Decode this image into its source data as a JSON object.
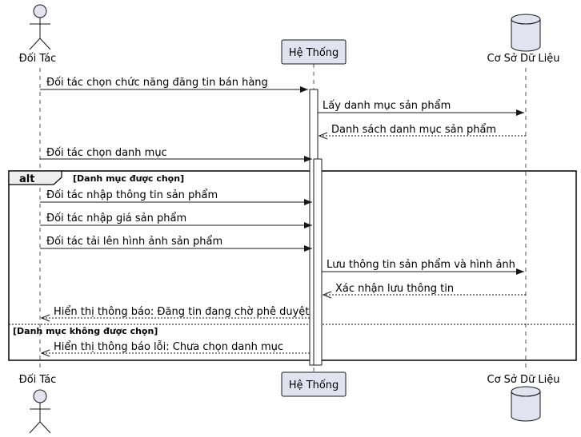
{
  "participants": {
    "partner": "Đối Tác",
    "system": "Hệ Thống",
    "database": "Cơ Sở Dữ Liệu"
  },
  "messages": [
    "Đối tác chọn chức năng đăng tin bán hàng",
    "Lấy danh mục sản phẩm",
    "Danh sách danh mục sản phẩm",
    "Đối tác chọn danh mục",
    "Đối tác nhập thông tin sản phẩm",
    "Đối tác nhập giá sản phẩm",
    "Đối tác tải lên hình ảnh sản phẩm",
    "Lưu thông tin sản phẩm và hình ảnh",
    "Xác nhận lưu thông tin",
    "Hiển thị thông báo: Đăng tin đang chờ phê duyệt",
    "Hiển thị thông báo lỗi: Chưa chọn danh mục"
  ],
  "alt": {
    "keyword": "alt",
    "condition_1": "[Danh mục được chọn]",
    "condition_2": "[Danh mục không được chọn]"
  },
  "colors": {
    "participant_fill": "#e2e2f0",
    "line": "#181818",
    "lifeline": "#555555"
  }
}
